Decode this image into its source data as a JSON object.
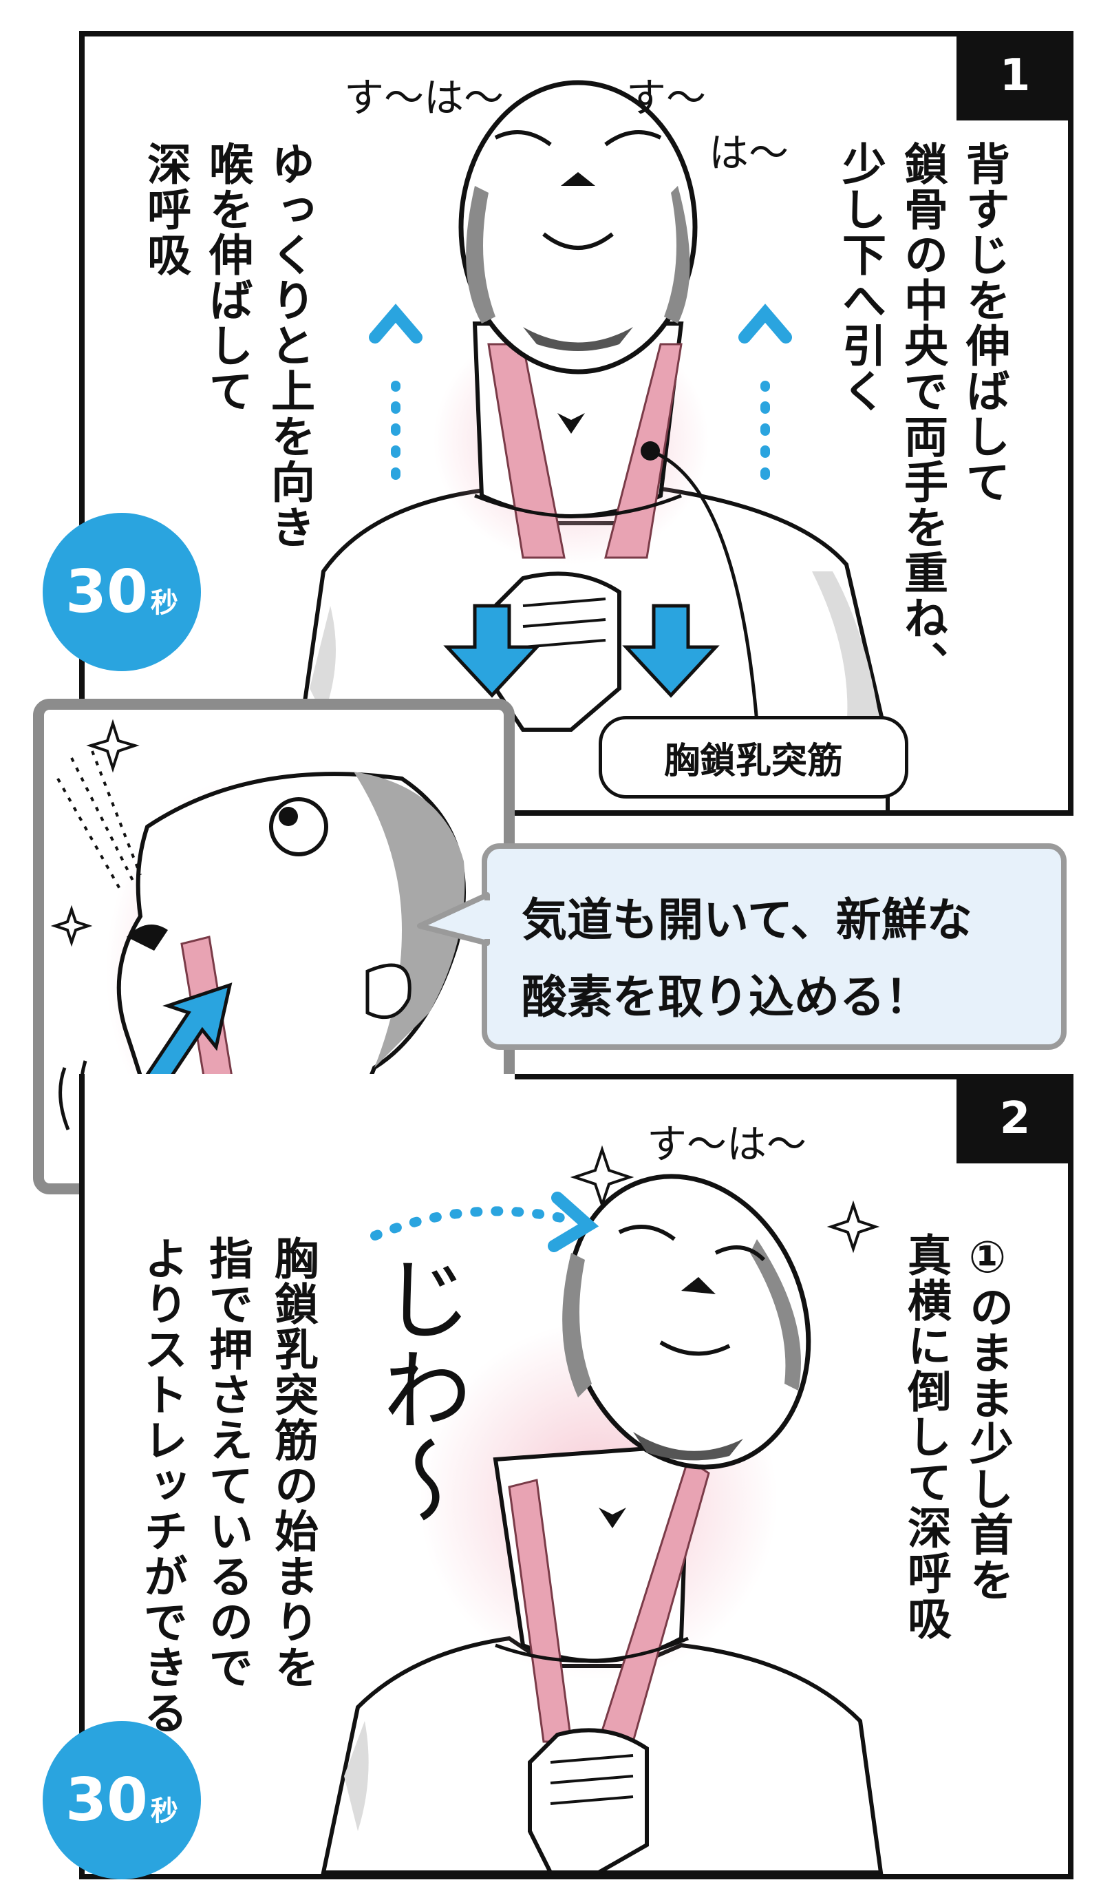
{
  "panel1": {
    "number": "1",
    "sfx_left": "す〜は〜",
    "sfx_right1": "す〜",
    "sfx_right2": "は〜",
    "text_right": [
      "背すじを伸ばして",
      "鎖骨の中央で両手を重ね、",
      "少し下へ引く"
    ],
    "text_left": [
      "ゆっくりと上を向き",
      "喉を伸ばして",
      "深呼吸"
    ],
    "muscle_label": "胸鎖乳突筋",
    "badge_number": "30",
    "badge_unit": "秒"
  },
  "inset": {
    "bubble_lines": [
      "気道も開いて、新鮮な",
      "酸素を取り込める！"
    ]
  },
  "panel2": {
    "number": "2",
    "sfx": "す〜は〜",
    "sfx_big": "じわ〜",
    "text_right": [
      "①のまま少し首を",
      "真横に倒して深呼吸"
    ],
    "text_left": [
      "胸鎖乳突筋の始まりを",
      "指で押さえているので",
      "よりストレッチができる"
    ],
    "badge_number": "30",
    "badge_unit": "秒"
  },
  "colors": {
    "accent_blue": "#2aa4df",
    "bubble_bg": "#e7f1fa",
    "muscle_pink": "#e8a3b3",
    "frame": "#111111",
    "inset_frame": "#8c8c8c"
  }
}
